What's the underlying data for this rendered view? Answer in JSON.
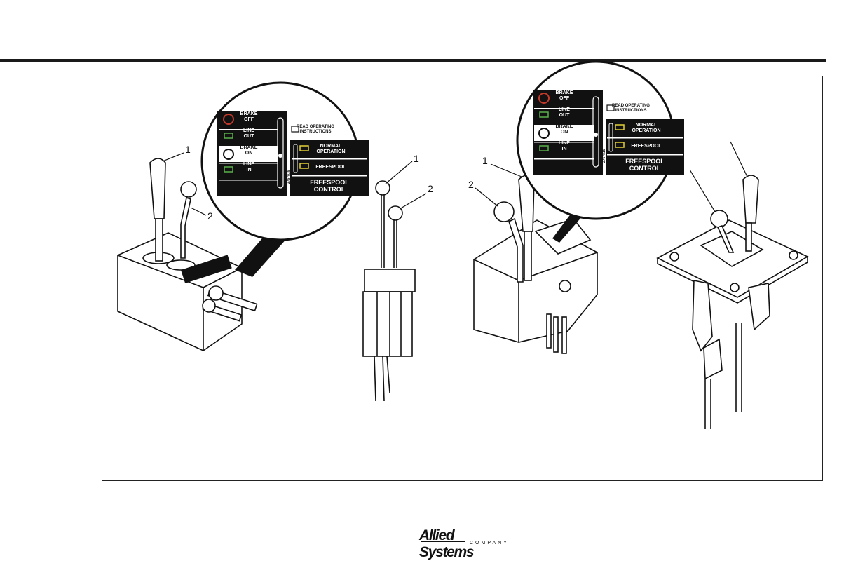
{
  "figure": {
    "callouts": {
      "fig1_lever1": "1",
      "fig1_lever2": "2",
      "fig2_lever1": "1",
      "fig2_lever2": "2",
      "fig3_lever1": "1",
      "fig3_lever2": "2"
    },
    "decal": {
      "brake_off": [
        "BRAKE",
        "OFF"
      ],
      "line_out": [
        "LINE",
        "OUT"
      ],
      "brake_on": [
        "BRAKE",
        "ON"
      ],
      "line_in": [
        "LINE",
        "IN"
      ],
      "read_instructions": [
        "READ OPERATING",
        "INSTRUCTIONS"
      ],
      "normal_operation": [
        "NORMAL",
        "OPERATION"
      ],
      "freespool": "FREESPOOL",
      "freespool_control": [
        "FREESPOOL",
        "CONTROL"
      ],
      "part_number": "2767816"
    }
  },
  "footer": {
    "logo_main": "Allied Systems",
    "logo_sub": "COMPANY"
  }
}
